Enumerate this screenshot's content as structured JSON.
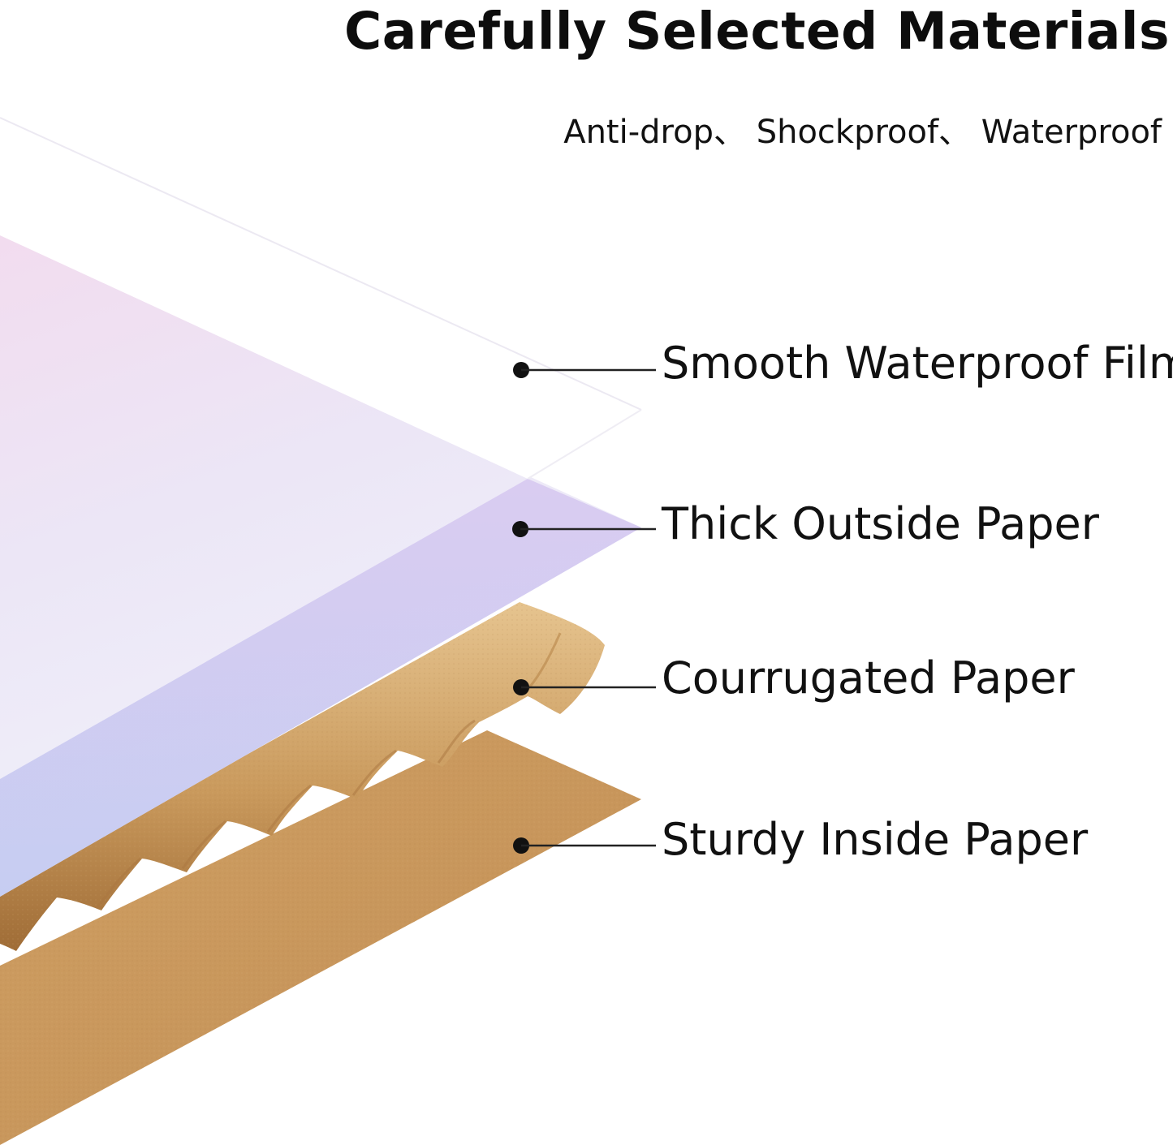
{
  "header": {
    "title": "Carefully Selected Materials",
    "subtitle": "Anti-drop、 Shockproof、 Waterproof"
  },
  "layers": [
    {
      "label": "Smooth Waterproof Film",
      "color": "#f6f3fb"
    },
    {
      "label": "Thick Outside Paper",
      "color": "#c9c3ef"
    },
    {
      "label": "Courrugated Paper",
      "color": "#c99a5f"
    },
    {
      "label": "Sturdy Inside Paper",
      "color": "#c8975e"
    }
  ],
  "colors": {
    "text": "#111111",
    "leader_line": "#222222",
    "film_edge": "#eceaf2",
    "paper_pink": "#f3dff0",
    "paper_lavender": "#c5c6f2",
    "kraft_light": "#d6ae78",
    "kraft_dark": "#a9773f"
  }
}
